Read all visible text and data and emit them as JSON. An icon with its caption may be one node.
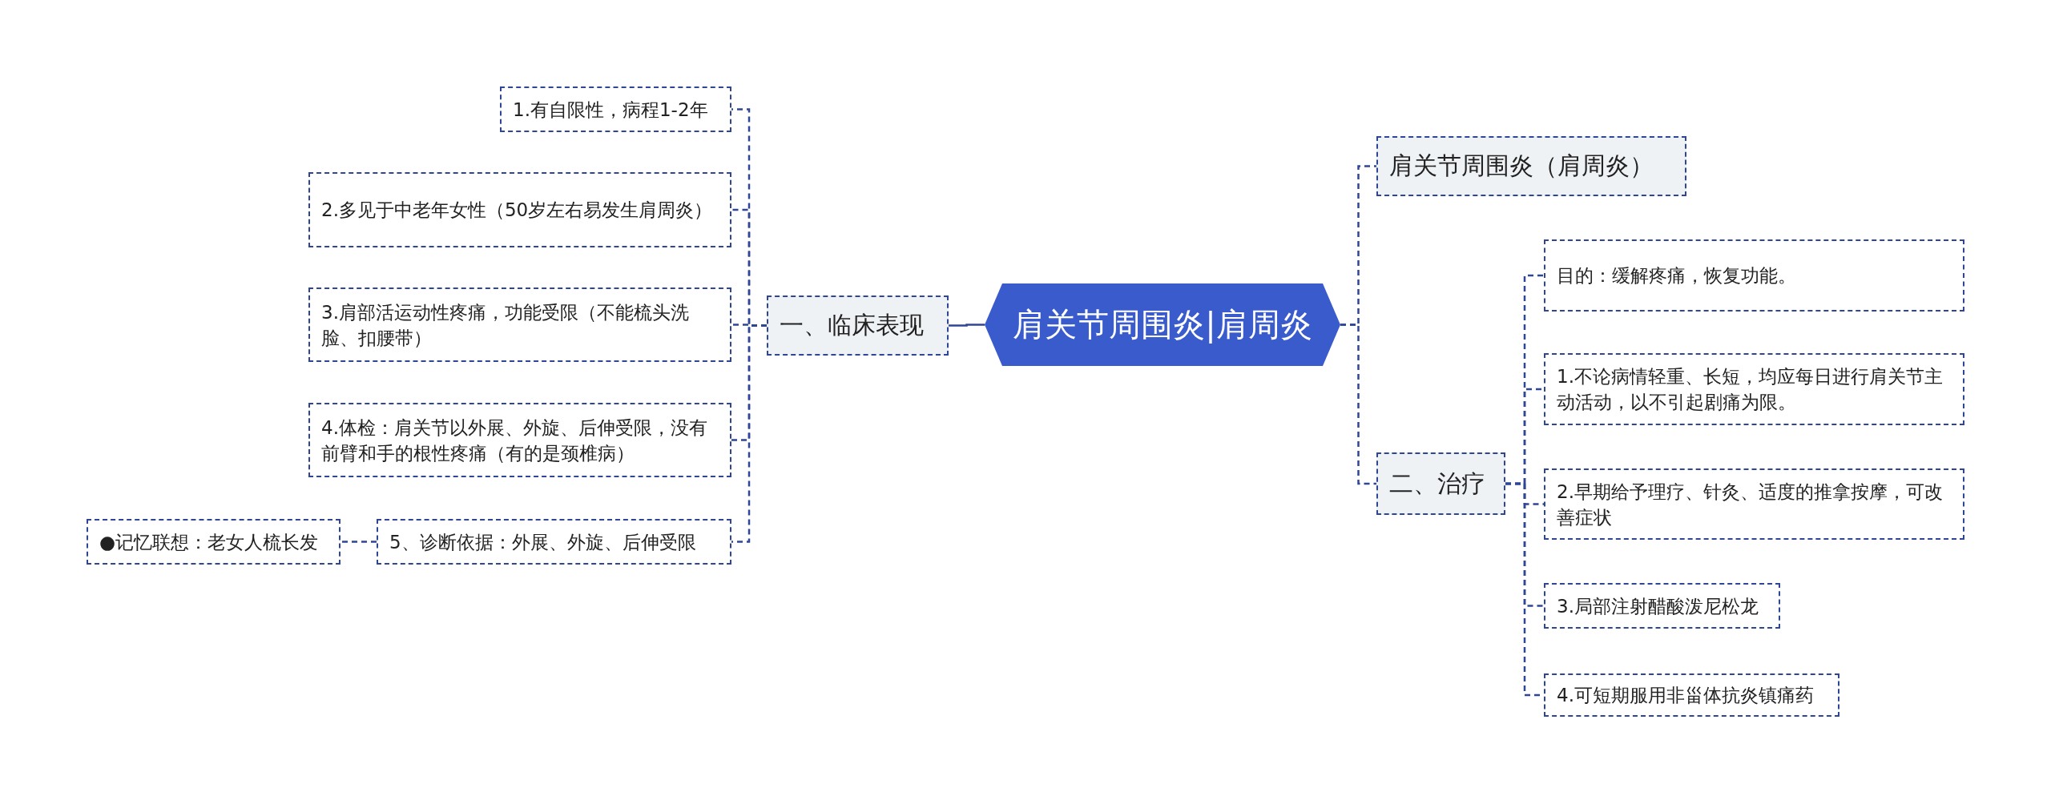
{
  "diagram": {
    "nodes": [
      {
        "text": [
          "肩关节周围炎|肩周炎"
        ]
      },
      {
        "text": [
          "一、临床表现"
        ]
      },
      {
        "text": [
          "1.有自限性，病程1-2年"
        ]
      },
      {
        "text": [
          "2.多见于中老年女性（50岁左右易发生肩周炎）"
        ]
      },
      {
        "text": [
          "3.肩部活运动性疼痛，功能受限（不能梳头洗脸、扣腰带）"
        ]
      },
      {
        "text": [
          "4.体检：肩关节以外展、外旋、后伸受限，没有前臂和手的根性疼痛（有的是颈椎病）"
        ]
      },
      {
        "text": [
          "5、诊断依据：外展、外旋、后伸受限"
        ]
      },
      {
        "text": [
          "●记忆联想：老女人梳长发"
        ]
      },
      {
        "text": [
          "肩关节周围炎（肩周炎）"
        ]
      },
      {
        "text": [
          "二、治疗"
        ]
      },
      {
        "text": [
          "目的：缓解疼痛，恢复功能。"
        ]
      },
      {
        "text": [
          "1.不论病情轻重、长短，均应每日进行肩关节主动活动，以不引起剧痛为限。"
        ]
      },
      {
        "text": [
          "2.早期给予理疗、针灸、适度的推拿按摩，可改善症状"
        ]
      },
      {
        "text": [
          "3.局部注射醋酸泼尼松龙"
        ]
      },
      {
        "text": [
          "4.可短期服用非甾体抗炎镇痛药"
        ]
      }
    ],
    "edges": [
      {
        "from": 0,
        "to": 1,
        "arrow": "none"
      },
      {
        "from": 1,
        "to": 2,
        "arrow": "none",
        "style": "dashed"
      },
      {
        "from": 1,
        "to": 3,
        "arrow": "none",
        "style": "dashed"
      },
      {
        "from": 1,
        "to": 4,
        "arrow": "none",
        "style": "dashed"
      },
      {
        "from": 1,
        "to": 5,
        "arrow": "none",
        "style": "dashed"
      },
      {
        "from": 1,
        "to": 6,
        "arrow": "none",
        "style": "dashed"
      },
      {
        "from": 6,
        "to": 7,
        "arrow": "none",
        "style": "dashed"
      },
      {
        "from": 0,
        "to": 8,
        "arrow": "none",
        "style": "dashed"
      },
      {
        "from": 0,
        "to": 9,
        "arrow": "none",
        "style": "dashed"
      },
      {
        "from": 9,
        "to": 10,
        "arrow": "none",
        "style": "dashed"
      },
      {
        "from": 9,
        "to": 11,
        "arrow": "none",
        "style": "dashed"
      },
      {
        "from": 9,
        "to": 12,
        "arrow": "none",
        "style": "dashed"
      },
      {
        "from": 9,
        "to": 13,
        "arrow": "none",
        "style": "dashed"
      },
      {
        "from": 9,
        "to": 14,
        "arrow": "none",
        "style": "dashed"
      }
    ]
  }
}
